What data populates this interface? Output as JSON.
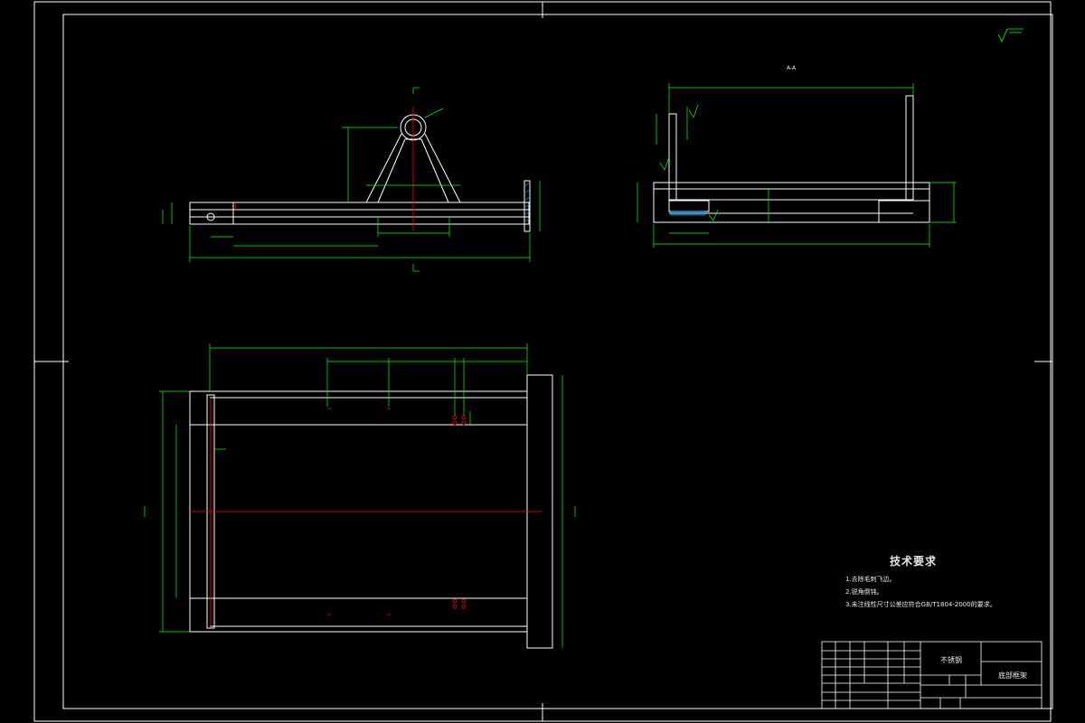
{
  "technical_requirements": {
    "title": "技术要求",
    "items": [
      "1.去除毛刺飞边。",
      "2.锐角倒钝。",
      "3.未注线性尺寸公差应符合GB/T1804-2000的要求。"
    ]
  },
  "title_block": {
    "material": "不锈钢",
    "part_name": "底部框架"
  },
  "section_label": "A-A",
  "colors": {
    "background": "#000000",
    "outline": "#ffffff",
    "dimension": "#00ff00",
    "centerline": "#ff0000"
  }
}
